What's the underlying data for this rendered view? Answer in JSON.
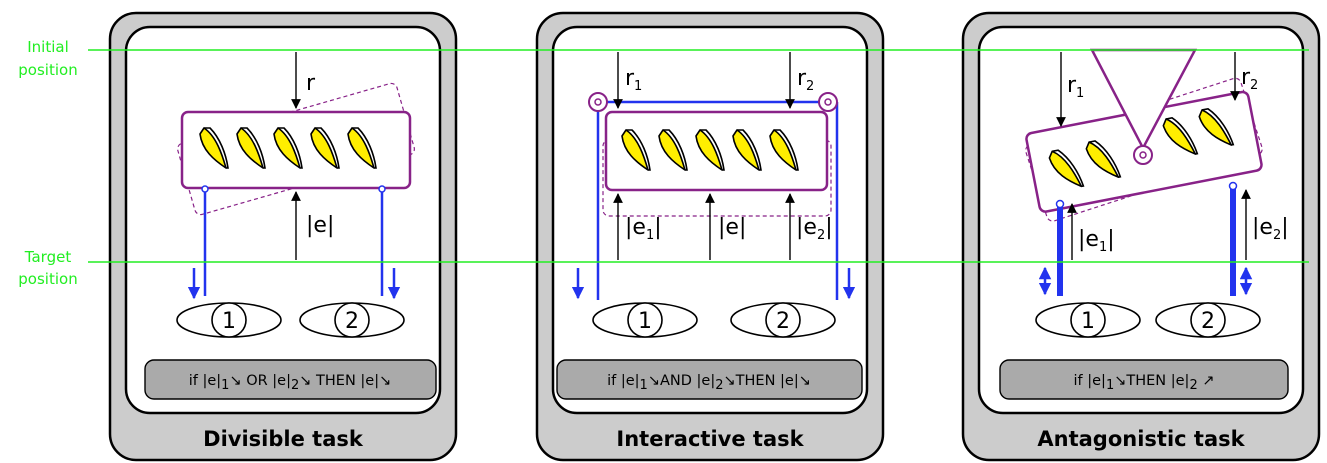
{
  "labels": {
    "initial_line1": "Initial",
    "initial_line2": "position",
    "target_line1": "Target",
    "target_line2": "position"
  },
  "panels": [
    {
      "title": "Divisible task",
      "condition": {
        "p1": "if |e|",
        "s1": "1",
        "p2": "↘ OR |e|",
        "s2": "2",
        "p3": "↘ THEN |e|↘"
      },
      "force_label": "r",
      "error_label": "|e|",
      "agent1": "1",
      "agent2": "2"
    },
    {
      "title": "Interactive task",
      "condition": {
        "p1": "if |e|",
        "s1": "1",
        "p2": "↘AND |e|",
        "s2": "2",
        "p3": "↘THEN |e|↘"
      },
      "r1_base": "r",
      "r1_sub": "1",
      "r2_base": "r",
      "r2_sub": "2",
      "e1_base": "|e",
      "e1_sub": "1",
      "e1_end": "|",
      "e_label": "|e|",
      "e2_base": "|e",
      "e2_sub": "2",
      "e2_end": "|",
      "agent1": "1",
      "agent2": "2"
    },
    {
      "title": "Antagonistic task",
      "condition": {
        "p1": "if |e|",
        "s1": "1",
        "p2": "↘THEN |e|",
        "s2": "2",
        "p3": " ↗"
      },
      "r1_base": "r",
      "r1_sub": "1",
      "r2_base": "r",
      "r2_sub": "2",
      "e1_base": "|e",
      "e1_sub": "1",
      "e1_end": "|",
      "e2_base": "|e",
      "e2_sub": "2",
      "e2_end": "|",
      "agent1": "1",
      "agent2": "2"
    }
  ],
  "colors": {
    "green": "#22ee22",
    "blue": "#2233ee",
    "purple": "#882288",
    "banana_fill": "#ffee00",
    "frame_gray": "#cccccc",
    "condition_gray": "#aaaaaa"
  }
}
